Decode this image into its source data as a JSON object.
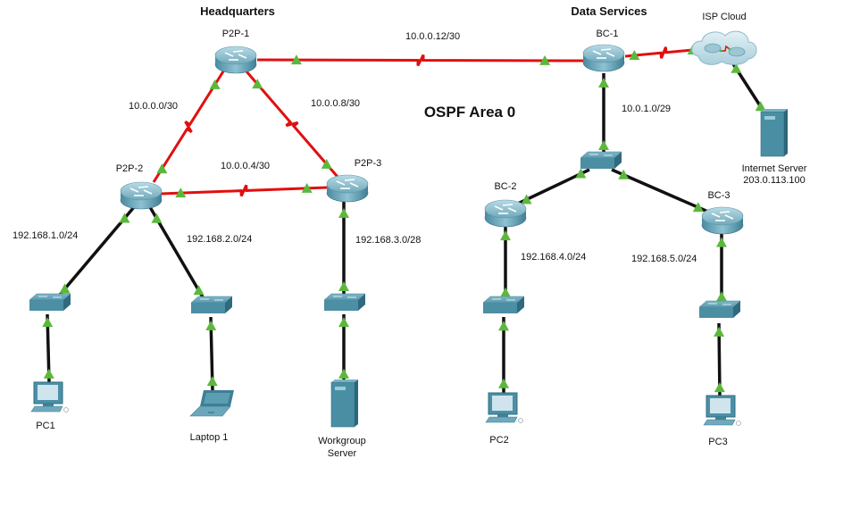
{
  "titles": {
    "headquarters": "Headquarters",
    "data_services": "Data Services",
    "area": "OSPF Area 0"
  },
  "colors": {
    "serial_link": "#e01010",
    "ethernet_link": "#111111",
    "link_up_indicator": "#5cb83c",
    "device_body": "#4f93a8"
  },
  "devices": {
    "p2p1": {
      "label": "P2P-1",
      "type": "router"
    },
    "p2p2": {
      "label": "P2P-2",
      "type": "router"
    },
    "p2p3": {
      "label": "P2P-3",
      "type": "router"
    },
    "bc1": {
      "label": "BC-1",
      "type": "router"
    },
    "bc2": {
      "label": "BC-2",
      "type": "router"
    },
    "bc3": {
      "label": "BC-3",
      "type": "router"
    },
    "isp": {
      "label": "ISP Cloud",
      "type": "cloud"
    },
    "inet_server": {
      "label": "Internet Server",
      "sublabel": "203.0.113.100",
      "type": "server"
    },
    "sw1": {
      "label": "",
      "type": "switch"
    },
    "sw2": {
      "label": "",
      "type": "switch"
    },
    "sw3": {
      "label": "",
      "type": "switch"
    },
    "sw_core": {
      "label": "",
      "type": "switch"
    },
    "sw4": {
      "label": "",
      "type": "switch"
    },
    "sw5": {
      "label": "",
      "type": "switch"
    },
    "pc1": {
      "label": "PC1",
      "type": "pc"
    },
    "laptop1": {
      "label": "Laptop 1",
      "type": "laptop"
    },
    "wg_server": {
      "label": "Workgroup",
      "sublabel": "Server",
      "type": "server"
    },
    "pc2": {
      "label": "PC2",
      "type": "pc"
    },
    "pc3": {
      "label": "PC3",
      "type": "pc"
    }
  },
  "networks": {
    "p2p1_p2p2": "10.0.0.0/30",
    "p2p2_p2p3": "10.0.0.4/30",
    "p2p1_p2p3": "10.0.0.8/30",
    "p2p1_bc1": "10.0.0.12/30",
    "bc1_lan": "10.0.1.0/29",
    "lan1": "192.168.1.0/24",
    "lan2": "192.168.2.0/24",
    "lan3": "192.168.3.0/28",
    "lan4": "192.168.4.0/24",
    "lan5": "192.168.5.0/24"
  },
  "links": [
    {
      "from": "p2p1",
      "to": "p2p2",
      "kind": "serial",
      "status": "up"
    },
    {
      "from": "p2p1",
      "to": "p2p3",
      "kind": "serial",
      "status": "up"
    },
    {
      "from": "p2p2",
      "to": "p2p3",
      "kind": "serial",
      "status": "up"
    },
    {
      "from": "p2p1",
      "to": "bc1",
      "kind": "serial",
      "status": "up"
    },
    {
      "from": "bc1",
      "to": "isp",
      "kind": "serial",
      "status": "up"
    },
    {
      "from": "isp",
      "to": "inet_server",
      "kind": "ethernet",
      "status": "up"
    },
    {
      "from": "bc1",
      "to": "sw_core",
      "kind": "ethernet",
      "status": "up"
    },
    {
      "from": "sw_core",
      "to": "bc2",
      "kind": "ethernet",
      "status": "up"
    },
    {
      "from": "sw_core",
      "to": "bc3",
      "kind": "ethernet",
      "status": "up"
    },
    {
      "from": "p2p2",
      "to": "sw1",
      "kind": "ethernet",
      "status": "up"
    },
    {
      "from": "p2p2",
      "to": "sw2",
      "kind": "ethernet",
      "status": "up"
    },
    {
      "from": "p2p3",
      "to": "sw3",
      "kind": "ethernet",
      "status": "up"
    },
    {
      "from": "bc2",
      "to": "sw4",
      "kind": "ethernet",
      "status": "up"
    },
    {
      "from": "bc3",
      "to": "sw5",
      "kind": "ethernet",
      "status": "up"
    },
    {
      "from": "sw1",
      "to": "pc1",
      "kind": "ethernet",
      "status": "up"
    },
    {
      "from": "sw2",
      "to": "laptop1",
      "kind": "ethernet",
      "status": "up"
    },
    {
      "from": "sw3",
      "to": "wg_server",
      "kind": "ethernet",
      "status": "up"
    },
    {
      "from": "sw4",
      "to": "pc2",
      "kind": "ethernet",
      "status": "up"
    },
    {
      "from": "sw5",
      "to": "pc3",
      "kind": "ethernet",
      "status": "up"
    }
  ]
}
